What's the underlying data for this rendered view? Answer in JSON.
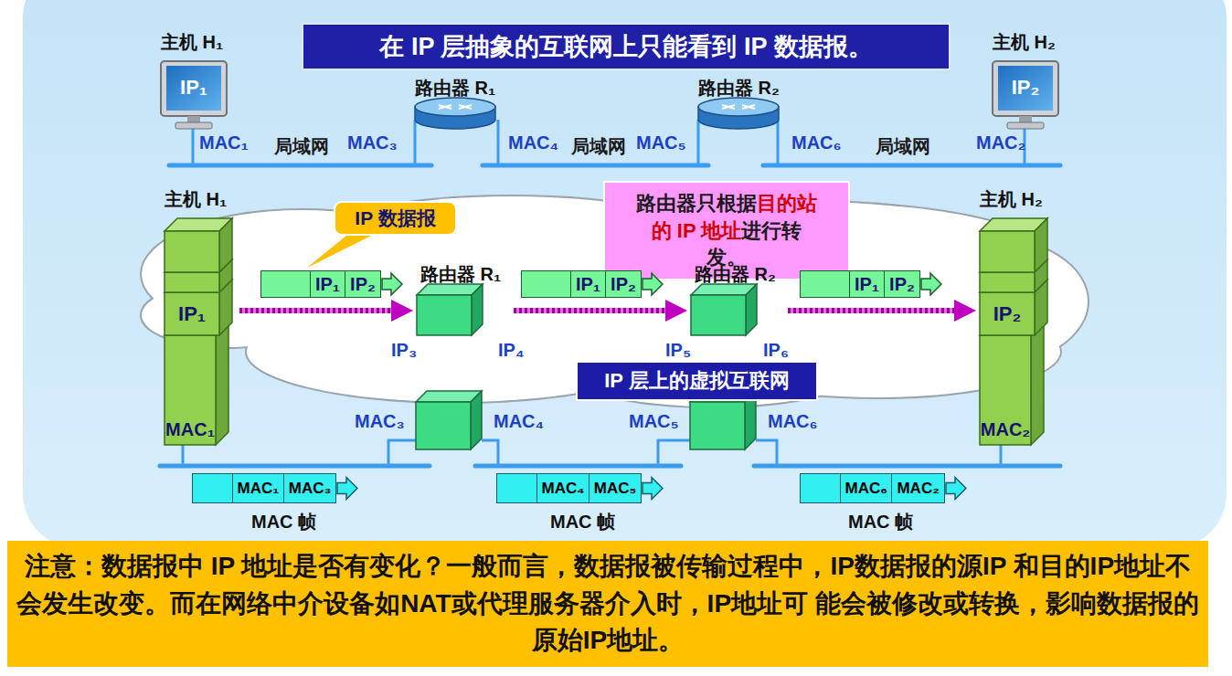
{
  "diagram": {
    "title": "在 IP 层抽象的互联网上只能看到 IP 数据报。",
    "nodes": [
      {
        "text": [
          "主机 H₁",
          "IP₁"
        ]
      },
      {
        "text": [
          "路由器 R₁"
        ]
      },
      {
        "text": [
          "路由器 R₂"
        ]
      },
      {
        "text": [
          "主机 H₂",
          "IP₂"
        ]
      },
      {
        "text": [
          "IP 数据报"
        ]
      },
      {
        "text": [
          "路由器只根据",
          "目的站 的 IP 地址",
          "进行转发。"
        ]
      },
      {
        "text": [
          "主机 H₁",
          "IP₁",
          "MAC₁"
        ]
      },
      {
        "text": [
          "IP₁",
          "IP₂"
        ]
      },
      {
        "text": [
          "路由器 R₁"
        ]
      },
      {
        "text": [
          "IP₁",
          "IP₂"
        ]
      },
      {
        "text": [
          "路由器 R₂"
        ]
      },
      {
        "text": [
          "IP₁",
          "IP₂"
        ]
      },
      {
        "text": [
          "主机 H₂",
          "IP₂",
          "MAC₂"
        ]
      },
      {
        "text": [
          "IP 层上的虚拟互联网"
        ]
      },
      {
        "text": [
          "MAC₁",
          "MAC₃"
        ]
      },
      {
        "text": [
          "MAC₄",
          "MAC₅"
        ]
      },
      {
        "text": [
          "MAC₆",
          "MAC₂"
        ]
      },
      {
        "text": [
          "注意：数据报中 IP 地址是否有变化？一般而言，数据报被传输过程中，IP数据报的源IP 和目的IP地址不会发生改变。而在网络中介设备如NAT或代理服务器介入时，IP地址可 能会被修改或转换，影响数据报的原始IP地址。"
        ]
      }
    ],
    "edges": [
      {
        "from": 6,
        "to": 8,
        "arrow": "to"
      },
      {
        "from": 8,
        "to": 10,
        "arrow": "to"
      },
      {
        "from": 10,
        "to": 12,
        "arrow": "to"
      }
    ],
    "labels": [
      "MAC₁",
      "局域网",
      "MAC₃",
      "MAC₄",
      "局域网",
      "MAC₅",
      "MAC₆",
      "局域网",
      "MAC₂",
      "IP₃",
      "IP₄",
      "IP₅",
      "IP₆",
      "MAC₃",
      "MAC₄",
      "MAC₅",
      "MAC₆",
      "MAC 帧",
      "MAC 帧",
      "MAC 帧"
    ]
  }
}
